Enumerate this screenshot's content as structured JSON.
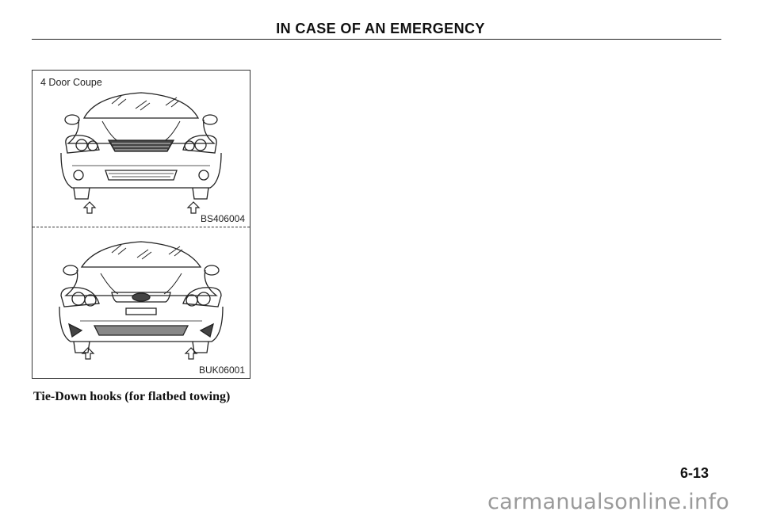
{
  "header": {
    "title": "IN CASE OF AN EMERGENCY"
  },
  "figure": {
    "top_label": "4 Door Coupe",
    "panels": [
      {
        "code": "BS406004"
      },
      {
        "code": "BUK06001"
      }
    ]
  },
  "caption": "Tie-Down hooks (for flatbed towing)",
  "footer": {
    "page_number": "6-13"
  },
  "watermark": "carmanualsonline.info"
}
